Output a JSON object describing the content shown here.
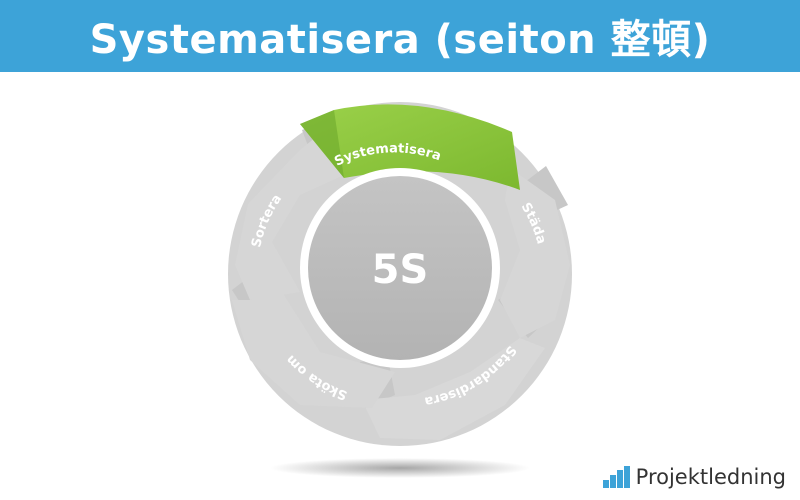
{
  "header": {
    "title": "Systematisera (seiton 整頓)",
    "background": "#3da3d8"
  },
  "diagram": {
    "center_label": "5S",
    "segments": [
      {
        "label": "Systematisera",
        "color": "#8cc63f",
        "highlighted": true
      },
      {
        "label": "Städa",
        "color": "#d0d0d0",
        "highlighted": false
      },
      {
        "label": "Standardisera",
        "color": "#d0d0d0",
        "highlighted": false
      },
      {
        "label": "Sköta om",
        "color": "#d0d0d0",
        "highlighted": false
      },
      {
        "label": "Sortera",
        "color": "#d0d0d0",
        "highlighted": false
      }
    ],
    "ring_color": "#d4d4d4",
    "hub_color": "#bdbdbd"
  },
  "brand": {
    "logo_text": "Projektledning",
    "logo_icon": "bar-chart-icon",
    "logo_color": "#3da3d8"
  }
}
